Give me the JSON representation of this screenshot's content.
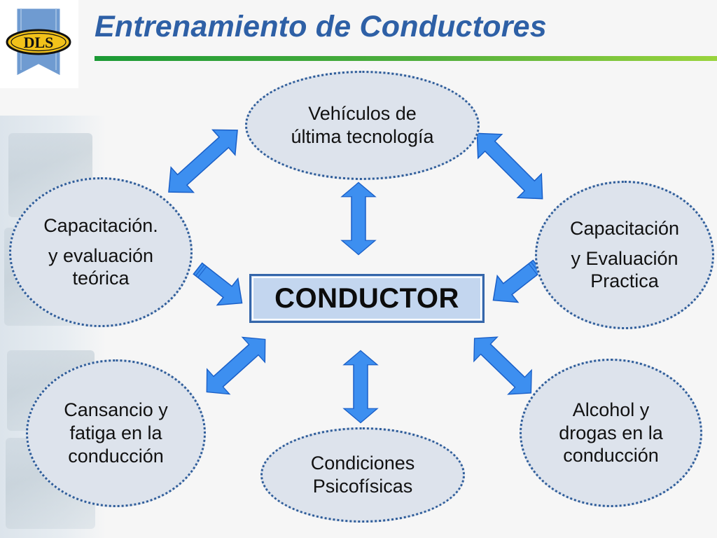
{
  "logo": {
    "text": "DLS"
  },
  "header": {
    "title": "Entrenamiento de Conductores"
  },
  "center": {
    "label": "CONDUCTOR"
  },
  "nodes": {
    "top": [
      "Vehículos de",
      "última tecnología"
    ],
    "left_upper": [
      "Capacitación.",
      "y evaluación",
      "teórica"
    ],
    "right_upper": [
      "Capacitación",
      "y Evaluación",
      "Practica"
    ],
    "left_lower": [
      "Cansancio y",
      "fatiga en la",
      "conducción"
    ],
    "right_lower": [
      "Alcohol y",
      "drogas en la",
      "conducción"
    ],
    "bottom": [
      "Condiciones",
      "Psicofísicas"
    ]
  },
  "colors": {
    "title": "#2e60a6",
    "arrow": "#3d8ff0",
    "node_fill": "#dde3ec",
    "node_border": "#2f5d9a",
    "center_fill": "#c3d6ef"
  }
}
